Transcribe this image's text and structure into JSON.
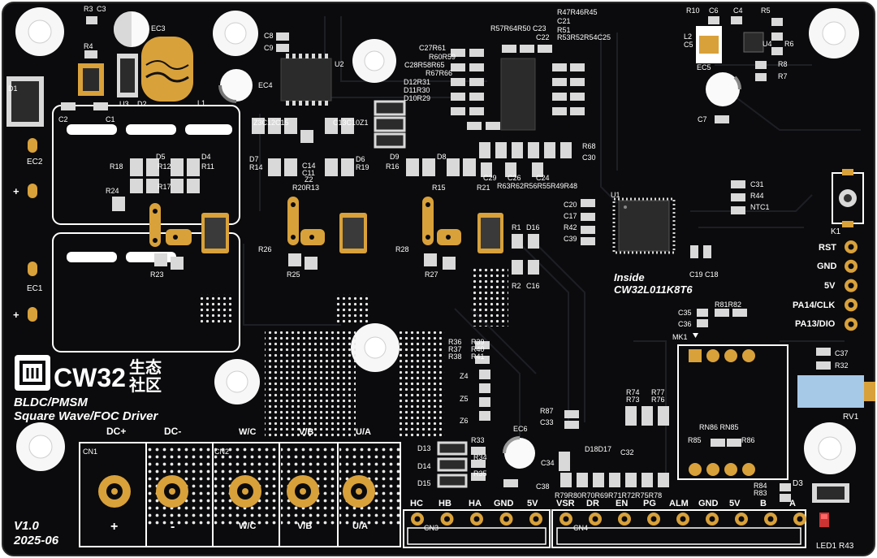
{
  "board": {
    "logo_text": "CW32",
    "logo_cn_1": "生态",
    "logo_cn_2": "社区",
    "title_line1": "BLDC/PMSM",
    "title_line2": "Square Wave/FOC Driver",
    "mcu_prefix": "Inside",
    "mcu_name": "CW32L011K8T6",
    "version": "V1.0",
    "date": "2025-06"
  },
  "power": {
    "dc_plus": "DC+",
    "dc_minus": "DC-",
    "plus_sign": "+",
    "minus_sign": "-"
  },
  "phases": [
    "W/C",
    "V/B",
    "U/A"
  ],
  "connectors": {
    "cn1": "CN1",
    "cn2": "CN2",
    "cn3": "CN3",
    "cn4": "CN4",
    "k1": "K1",
    "mk1": "MK1",
    "rv1": "RV1",
    "led1": "LED1",
    "r43": "R43",
    "d3": "D3",
    "ec1": "EC1",
    "ec2": "EC2",
    "ec3": "EC3",
    "ec4": "EC4",
    "ec5": "EC5",
    "ec6": "EC6"
  },
  "cn3_pins": [
    "HC",
    "HB",
    "HA",
    "GND",
    "5V"
  ],
  "cn4_pins": [
    "VSR",
    "DR",
    "EN",
    "PG",
    "ALM",
    "GND",
    "5V",
    "B",
    "A"
  ],
  "swd_pins": [
    "RST",
    "GND",
    "5V",
    "PA14/CLK",
    "PA13/DIO"
  ],
  "designators": {
    "r3": "R3",
    "c3": "C3",
    "r4": "R4",
    "u3": "U3",
    "d2": "D2",
    "l1": "L1",
    "d1": "D1",
    "c2": "C2",
    "c1": "C1",
    "c8": "C8",
    "c9": "C9",
    "u2": "U2",
    "grp_top": "R57R64R50 C23",
    "grp_top2": "R47R46R45",
    "c21": "C21",
    "r51": "R51",
    "c22": "C22",
    "grp_r53": "R53R52R54C25",
    "c27r61": "C27R61",
    "r60r59": "R60R59",
    "c28r58r65": "C28R58R65",
    "r67r66": "R67R66",
    "d12r31": "D12R31",
    "d11r30": "D11R30",
    "d10r29": "D10R29",
    "r10": "R10",
    "c6": "C6",
    "c4": "C4",
    "r5": "R5",
    "l2": "L2",
    "c5": "C5",
    "u4": "U4",
    "r6": "R6",
    "r8": "R8",
    "r7": "R7",
    "c7": "C7",
    "z3c12c15": "Z3C12C15",
    "c13c10z1": "C13C10Z1",
    "d5": "D5",
    "d4": "D4",
    "r18": "R18",
    "r12": "R12",
    "r11": "R11",
    "r24": "R24",
    "r17": "R17",
    "d7": "D7",
    "r14": "R14",
    "c14": "C14",
    "c11": "C11",
    "z2": "Z2",
    "d6": "D6",
    "r19": "R19",
    "r20r13": "R20R13",
    "d9": "D9",
    "d8": "D8",
    "r16": "R16",
    "r21": "R21",
    "r15": "R15",
    "r68": "R68",
    "c30": "C30",
    "c29": "C29",
    "c26": "C26",
    "c24": "C24",
    "grp_r63": "R63R62R56R55R49R48",
    "u1": "U1",
    "c20": "C20",
    "c17": "C17",
    "r42": "R42",
    "c39": "C39",
    "c31": "C31",
    "r44": "R44",
    "ntc1": "NTC1",
    "c19c18": "C19 C18",
    "r1": "R1",
    "d16": "D16",
    "r2": "R2",
    "c16": "C16",
    "r26": "R26",
    "r25": "R25",
    "r28": "R28",
    "r27": "R27",
    "r23": "R23",
    "c35": "C35",
    "c36": "C36",
    "r81r82": "R81R82",
    "r36": "R36",
    "r37": "R37",
    "r38": "R38",
    "r39": "R39",
    "r40": "R40",
    "r41": "R41",
    "z4": "Z4",
    "z5": "Z5",
    "z6": "Z6",
    "r87": "R87",
    "c33": "C33",
    "d18d17": "D18D17",
    "c34": "C34",
    "c32": "C32",
    "r74": "R74",
    "r73": "R73",
    "r77": "R77",
    "r76": "R76",
    "grp_r79": "R79R80R70R69R71R72R75R78",
    "rn86rn85": "RN86 RN85",
    "r85": "R85",
    "r86": "R86",
    "c37": "C37",
    "r32": "R32",
    "r84": "R84",
    "r83": "R83",
    "d13": "D13",
    "d14": "D14",
    "d15": "D15",
    "r33": "R33",
    "r34": "R34",
    "r35": "R35",
    "c38": "C38"
  }
}
